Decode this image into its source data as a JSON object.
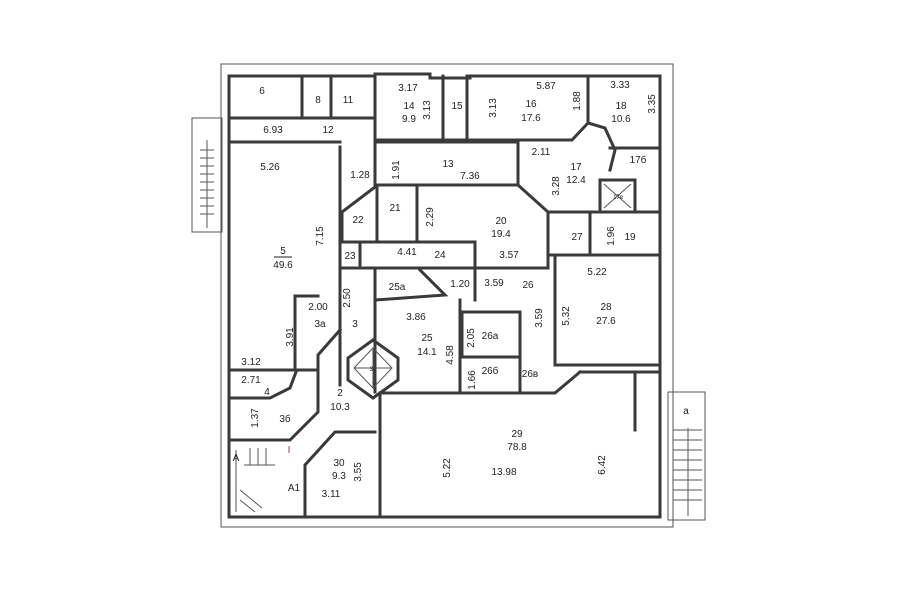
{
  "plan": {
    "rooms": [
      {
        "id": "6"
      },
      {
        "id": "8"
      },
      {
        "id": "11"
      },
      {
        "id": "12"
      },
      {
        "id": "14",
        "area": "9.9"
      },
      {
        "id": "15"
      },
      {
        "id": "16",
        "area": "17.6"
      },
      {
        "id": "18",
        "area": "10.6"
      },
      {
        "id": "13"
      },
      {
        "id": "17",
        "area": "12.4"
      },
      {
        "id": "17б"
      },
      {
        "id": "17в"
      },
      {
        "id": "5",
        "area": "49.6"
      },
      {
        "id": "22"
      },
      {
        "id": "21"
      },
      {
        "id": "20",
        "area": "19.4"
      },
      {
        "id": "27"
      },
      {
        "id": "19"
      },
      {
        "id": "23"
      },
      {
        "id": "24"
      },
      {
        "id": "25а"
      },
      {
        "id": "26"
      },
      {
        "id": "28",
        "area": "27.6"
      },
      {
        "id": "3"
      },
      {
        "id": "3а"
      },
      {
        "id": "25",
        "area": "14.1"
      },
      {
        "id": "26а"
      },
      {
        "id": "26б"
      },
      {
        "id": "26в"
      },
      {
        "id": "31"
      },
      {
        "id": "4"
      },
      {
        "id": "2",
        "area": "10.3"
      },
      {
        "id": "3б"
      },
      {
        "id": "29",
        "area": "78.8"
      },
      {
        "id": "30",
        "area": "9.3"
      },
      {
        "id": "А"
      },
      {
        "id": "А1"
      },
      {
        "id": "I"
      },
      {
        "id": "а"
      }
    ],
    "dimensions": {
      "d693": "6.93",
      "d317": "3.17",
      "d313a": "3.13",
      "d313b": "3.13",
      "d587": "5.87",
      "d188": "1.88",
      "d333": "3.33",
      "d335": "3.35",
      "d191": "1.91",
      "d736": "7.36",
      "d128": "1.28",
      "d211": "2.11",
      "d328": "3.28",
      "d526": "5.26",
      "d715": "7.15",
      "d229": "2.29",
      "d357": "3.57",
      "d196": "1.96",
      "d441": "4.41",
      "d120": "1.20",
      "d359a": "3.59",
      "d359b": "3.59",
      "d522a": "5.22",
      "d532": "5.32",
      "d250": "2.50",
      "d200": "2.00",
      "d391": "3.91",
      "d386": "3.86",
      "d458": "4.58",
      "d205": "2.05",
      "d312": "3.12",
      "d166": "1.66",
      "d271": "2.71",
      "d137": "1.37",
      "d522b": "5.22",
      "d1398": "13.98",
      "d642": "6.42",
      "d355": "3.55",
      "d311": "3.11"
    }
  }
}
